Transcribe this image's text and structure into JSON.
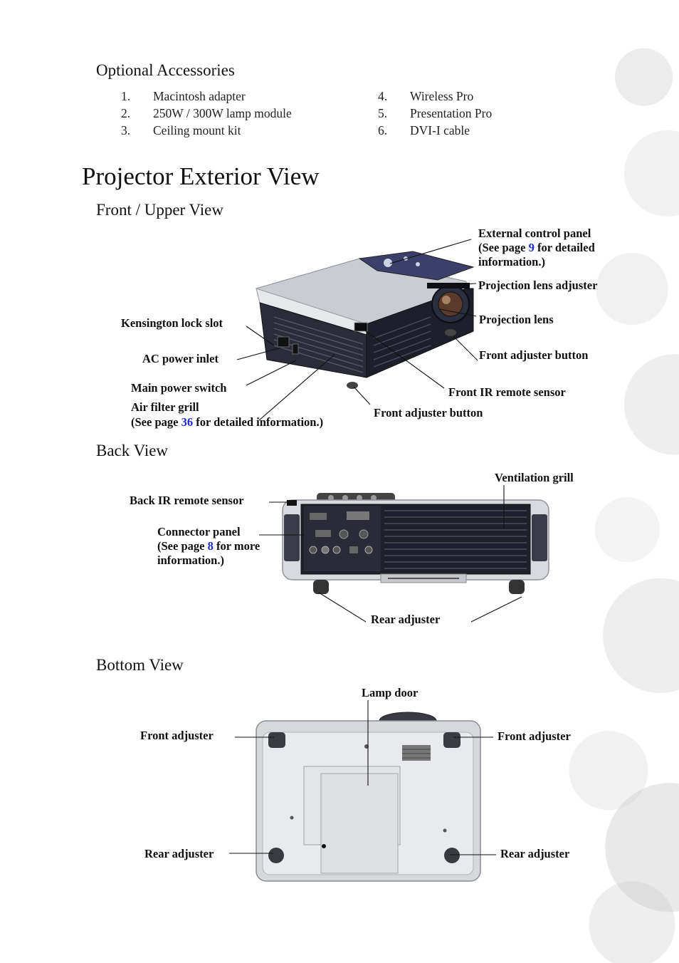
{
  "accessories": {
    "heading": "Optional Accessories",
    "items": [
      {
        "num": "1.",
        "text": "Macintosh adapter"
      },
      {
        "num": "2.",
        "text": "250W / 300W lamp module"
      },
      {
        "num": "3.",
        "text": "Ceiling mount kit"
      },
      {
        "num": "4.",
        "text": "Wireless Pro"
      },
      {
        "num": "5.",
        "text": "Presentation Pro"
      },
      {
        "num": "6.",
        "text": "DVI-I cable"
      }
    ]
  },
  "title": "Projector Exterior View",
  "front": {
    "heading": "Front / Upper View",
    "ext_panel_1": "External control panel",
    "ext_panel_2a": "(See page ",
    "ext_panel_page": "9",
    "ext_panel_2b": " for detailed",
    "ext_panel_3": "information.)",
    "lens_adjuster": "Projection lens adjuster",
    "lens": "Projection lens",
    "kensington": "Kensington lock slot",
    "front_adj_button_right": "Front adjuster button",
    "ac_inlet": "AC power inlet",
    "power_switch": "Main power switch",
    "front_ir": "Front IR remote sensor",
    "air_filter_1": "Air filter grill",
    "air_filter_2a": "(See page ",
    "air_filter_page": "36",
    "air_filter_2b": " for detailed information.)",
    "front_adj_button_bottom": "Front adjuster button"
  },
  "back": {
    "heading": "Back View",
    "ventilation": "Ventilation grill",
    "back_ir": "Back IR remote sensor",
    "connector_1": "Connector panel",
    "connector_2a": "(See page ",
    "connector_page": "8",
    "connector_2b": " for more",
    "connector_3": "information.)",
    "rear_adjuster": "Rear adjuster"
  },
  "bottom": {
    "heading": "Bottom View",
    "lamp_door": "Lamp door",
    "front_adjuster_left": "Front adjuster",
    "front_adjuster_right": "Front adjuster",
    "rear_adjuster_left": "Rear adjuster",
    "rear_adjuster_right": "Rear adjuster"
  }
}
